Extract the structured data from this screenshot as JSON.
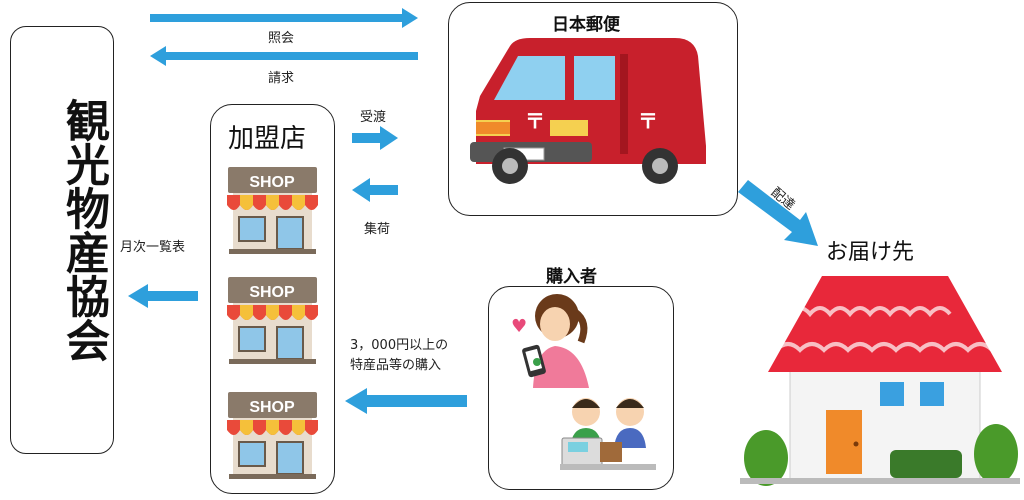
{
  "association": {
    "name": "観光物産協会"
  },
  "store": {
    "title": "加盟店",
    "shop_sign": "SHOP"
  },
  "post": {
    "title": "日本郵便"
  },
  "buyer": {
    "title": "購入者"
  },
  "destination": {
    "title": "お届け先"
  },
  "flows": {
    "inquiry": "照会",
    "billing": "請求",
    "handover": "受渡",
    "pickup": "集荷",
    "monthly_list": "月次一覧表",
    "purchase_line1": "3，000円以上の",
    "purchase_line2": "特産品等の購入",
    "delivery": "配達"
  },
  "colors": {
    "arrow": "#2e9fdc",
    "van": "#c8202c",
    "roof": "#e8283a",
    "door": "#f08a2a",
    "window": "#3aa0e0",
    "bush": "#4a9a2a"
  },
  "icons": [
    "shop-icon",
    "postal-van-icon",
    "buyer-with-phone-icon",
    "cashier-icon",
    "house-icon"
  ]
}
